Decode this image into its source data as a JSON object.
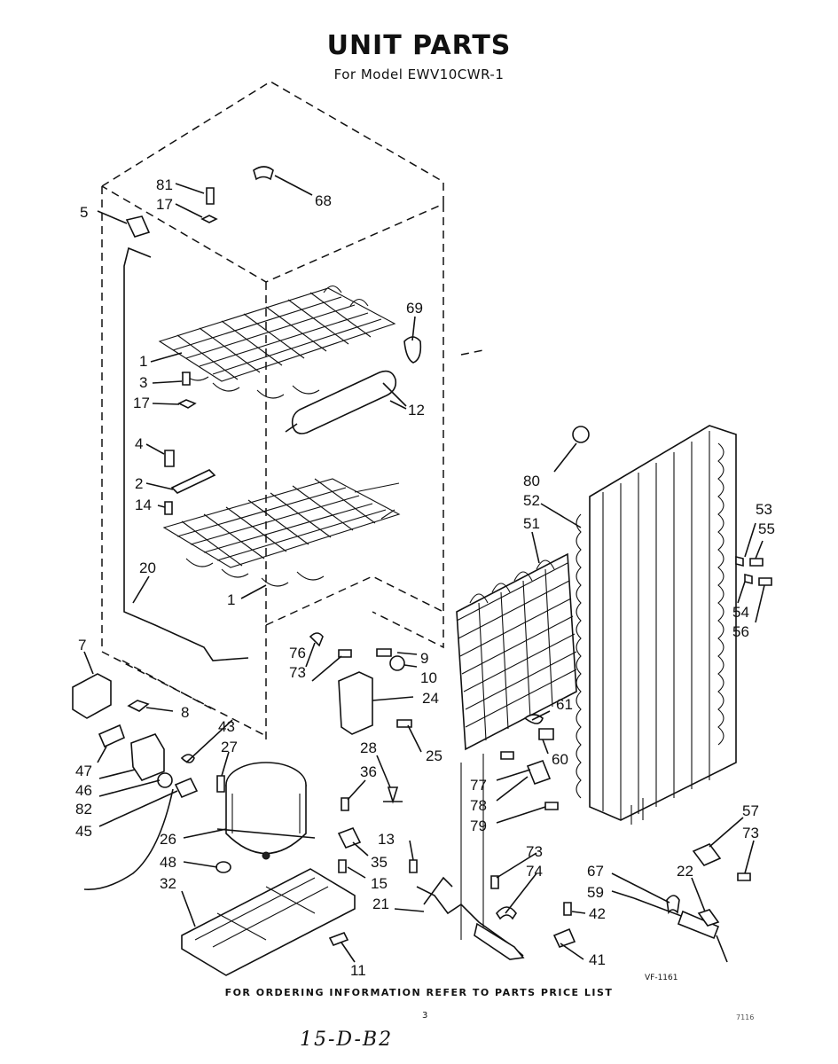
{
  "header": {
    "title": "UNIT PARTS",
    "subtitle": "For Model EWV10CWR-1"
  },
  "footer": {
    "ordering_note": "FOR ORDERING INFORMATION REFER TO PARTS PRICE LIST",
    "drawing_id": "VF-1161",
    "page_number": "3",
    "corner_code": "7116",
    "handwritten": "15-D-B2"
  },
  "callouts": [
    {
      "key": "81",
      "text": "81"
    },
    {
      "key": "17a",
      "text": "17"
    },
    {
      "key": "68",
      "text": "68"
    },
    {
      "key": "5",
      "text": "5"
    },
    {
      "key": "69",
      "text": "69"
    },
    {
      "key": "1a",
      "text": "1"
    },
    {
      "key": "3",
      "text": "3"
    },
    {
      "key": "17b",
      "text": "17"
    },
    {
      "key": "12",
      "text": "12"
    },
    {
      "key": "4",
      "text": "4"
    },
    {
      "key": "2",
      "text": "2"
    },
    {
      "key": "14",
      "text": "14"
    },
    {
      "key": "20",
      "text": "20"
    },
    {
      "key": "1b",
      "text": "1"
    },
    {
      "key": "80",
      "text": "80"
    },
    {
      "key": "52",
      "text": "52"
    },
    {
      "key": "51",
      "text": "51"
    },
    {
      "key": "53",
      "text": "53"
    },
    {
      "key": "55",
      "text": "55"
    },
    {
      "key": "54",
      "text": "54"
    },
    {
      "key": "56",
      "text": "56"
    },
    {
      "key": "7",
      "text": "7"
    },
    {
      "key": "8",
      "text": "8"
    },
    {
      "key": "76",
      "text": "76"
    },
    {
      "key": "73a",
      "text": "73"
    },
    {
      "key": "9",
      "text": "9"
    },
    {
      "key": "10",
      "text": "10"
    },
    {
      "key": "24",
      "text": "24"
    },
    {
      "key": "61",
      "text": "61"
    },
    {
      "key": "60",
      "text": "60"
    },
    {
      "key": "25",
      "text": "25"
    },
    {
      "key": "43",
      "text": "43"
    },
    {
      "key": "27",
      "text": "27"
    },
    {
      "key": "28",
      "text": "28"
    },
    {
      "key": "47",
      "text": "47"
    },
    {
      "key": "46",
      "text": "46"
    },
    {
      "key": "82",
      "text": "82"
    },
    {
      "key": "45",
      "text": "45"
    },
    {
      "key": "36",
      "text": "36"
    },
    {
      "key": "77",
      "text": "77"
    },
    {
      "key": "78",
      "text": "78"
    },
    {
      "key": "79",
      "text": "79"
    },
    {
      "key": "57",
      "text": "57"
    },
    {
      "key": "73b",
      "text": "73"
    },
    {
      "key": "26",
      "text": "26"
    },
    {
      "key": "13",
      "text": "13"
    },
    {
      "key": "73c",
      "text": "73"
    },
    {
      "key": "74",
      "text": "74"
    },
    {
      "key": "22",
      "text": "22"
    },
    {
      "key": "67",
      "text": "67"
    },
    {
      "key": "48",
      "text": "48"
    },
    {
      "key": "35",
      "text": "35"
    },
    {
      "key": "15",
      "text": "15"
    },
    {
      "key": "59",
      "text": "59"
    },
    {
      "key": "32",
      "text": "32"
    },
    {
      "key": "21",
      "text": "21"
    },
    {
      "key": "42",
      "text": "42"
    },
    {
      "key": "41",
      "text": "41"
    },
    {
      "key": "11",
      "text": "11"
    }
  ]
}
